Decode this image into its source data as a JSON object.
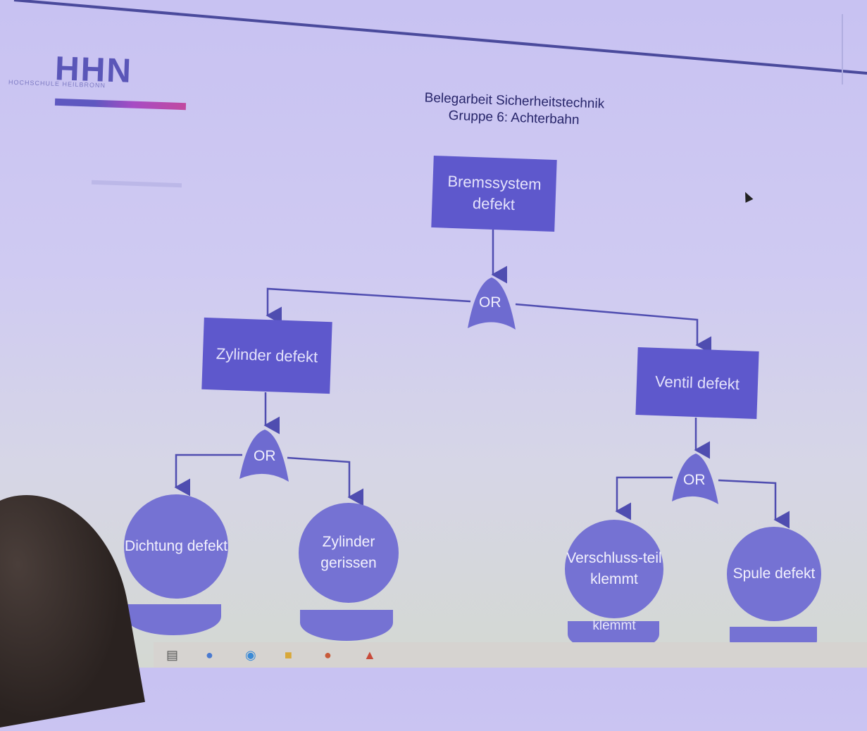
{
  "logo": {
    "text": "HHN",
    "subtitle": "HOCHSCHULE HEILBRONN"
  },
  "title": {
    "line1": "Belegarbeit Sicherheitstechnik",
    "line2": "Gruppe 6: Achterbahn"
  },
  "tree": {
    "top": "Bremssystem defekt",
    "gate_top": "OR",
    "left": "Zylinder defekt",
    "right": "Ventil defekt",
    "gate_left": "OR",
    "gate_right": "OR",
    "leaves": [
      "Dichtung defekt",
      "Zylinder gerissen",
      "Verschluss-teil klemmt",
      "Spule defekt"
    ],
    "bowl_label": "klemmt"
  },
  "colors": {
    "box": "#5e58cc",
    "gate": "#6e6bd0",
    "circle": "#7572d3",
    "line": "#4f4db0"
  },
  "taskbar": {
    "icons": [
      "taskview-icon",
      "chrome-icon",
      "skype-icon",
      "folder-icon",
      "powerpoint-icon",
      "app-icon"
    ]
  }
}
